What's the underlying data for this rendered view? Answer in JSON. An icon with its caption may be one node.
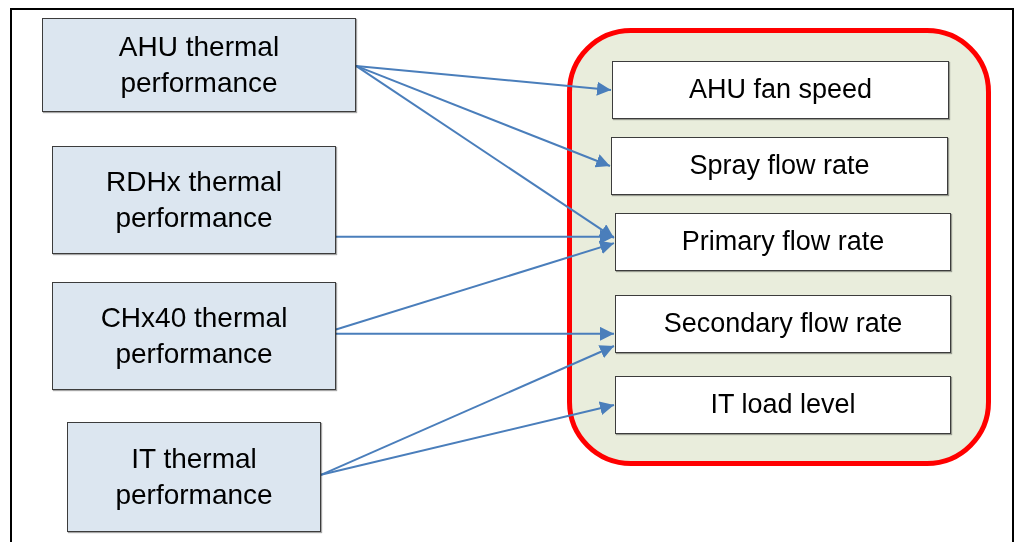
{
  "diagram": {
    "nodes": [
      {
        "text": [
          "AHU thermal performance"
        ]
      },
      {
        "text": [
          "RDHx thermal performance"
        ]
      },
      {
        "text": [
          "CHx40 thermal performance"
        ]
      },
      {
        "text": [
          "IT thermal performance"
        ]
      },
      {
        "text": [],
        "shape": "box"
      },
      {
        "text": [
          "AHU fan speed"
        ],
        "in": 4
      },
      {
        "text": [
          "Spray flow rate"
        ],
        "in": 4
      },
      {
        "text": [
          "Primary flow rate"
        ],
        "in": 4
      },
      {
        "text": [
          "Secondary flow rate"
        ],
        "in": 4
      },
      {
        "text": [
          "IT load level"
        ],
        "in": 4
      }
    ],
    "edges": [
      {
        "from": 0,
        "to": 5,
        "arrow": "to"
      },
      {
        "from": 0,
        "to": 6,
        "arrow": "to"
      },
      {
        "from": 0,
        "to": 7,
        "arrow": "to"
      },
      {
        "from": 1,
        "to": 7,
        "arrow": "to"
      },
      {
        "from": 2,
        "to": 7,
        "arrow": "to"
      },
      {
        "from": 2,
        "to": 8,
        "arrow": "to"
      },
      {
        "from": 3,
        "to": 8,
        "arrow": "to"
      },
      {
        "from": 3,
        "to": 9,
        "arrow": "to"
      }
    ]
  }
}
